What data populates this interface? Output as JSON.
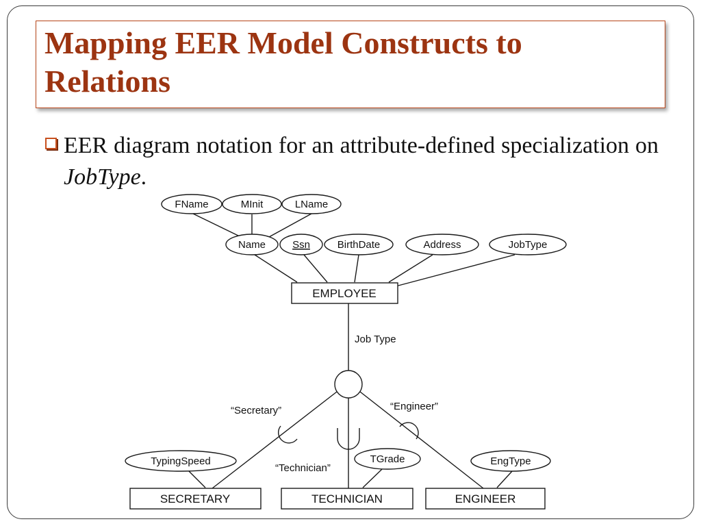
{
  "slide": {
    "title": "Mapping EER Model Constructs to Relations",
    "bullet": {
      "text_before": "EER diagram notation for an attribute-defined specialization on ",
      "emphasis": "JobType",
      "text_after": "."
    }
  },
  "diagram": {
    "attributes": {
      "fname": "FName",
      "minit": "MInit",
      "lname": "LName",
      "name": "Name",
      "ssn": "Ssn",
      "birthdate": "BirthDate",
      "address": "Address",
      "jobtype": "JobType",
      "typingspeed": "TypingSpeed",
      "tgrade": "TGrade",
      "engtype": "EngType"
    },
    "entities": {
      "employee": "EMPLOYEE",
      "secretary": "SECRETARY",
      "technician": "TECHNICIAN",
      "engineer": "ENGINEER"
    },
    "labels": {
      "defining_attribute": "Job Type",
      "secretary_value": "“Secretary”",
      "technician_value": "“Technician”",
      "engineer_value": "“Engineer”"
    }
  },
  "colors": {
    "title": "#9c3411",
    "title_border": "#b8461a",
    "bullet": "#c8501e"
  }
}
